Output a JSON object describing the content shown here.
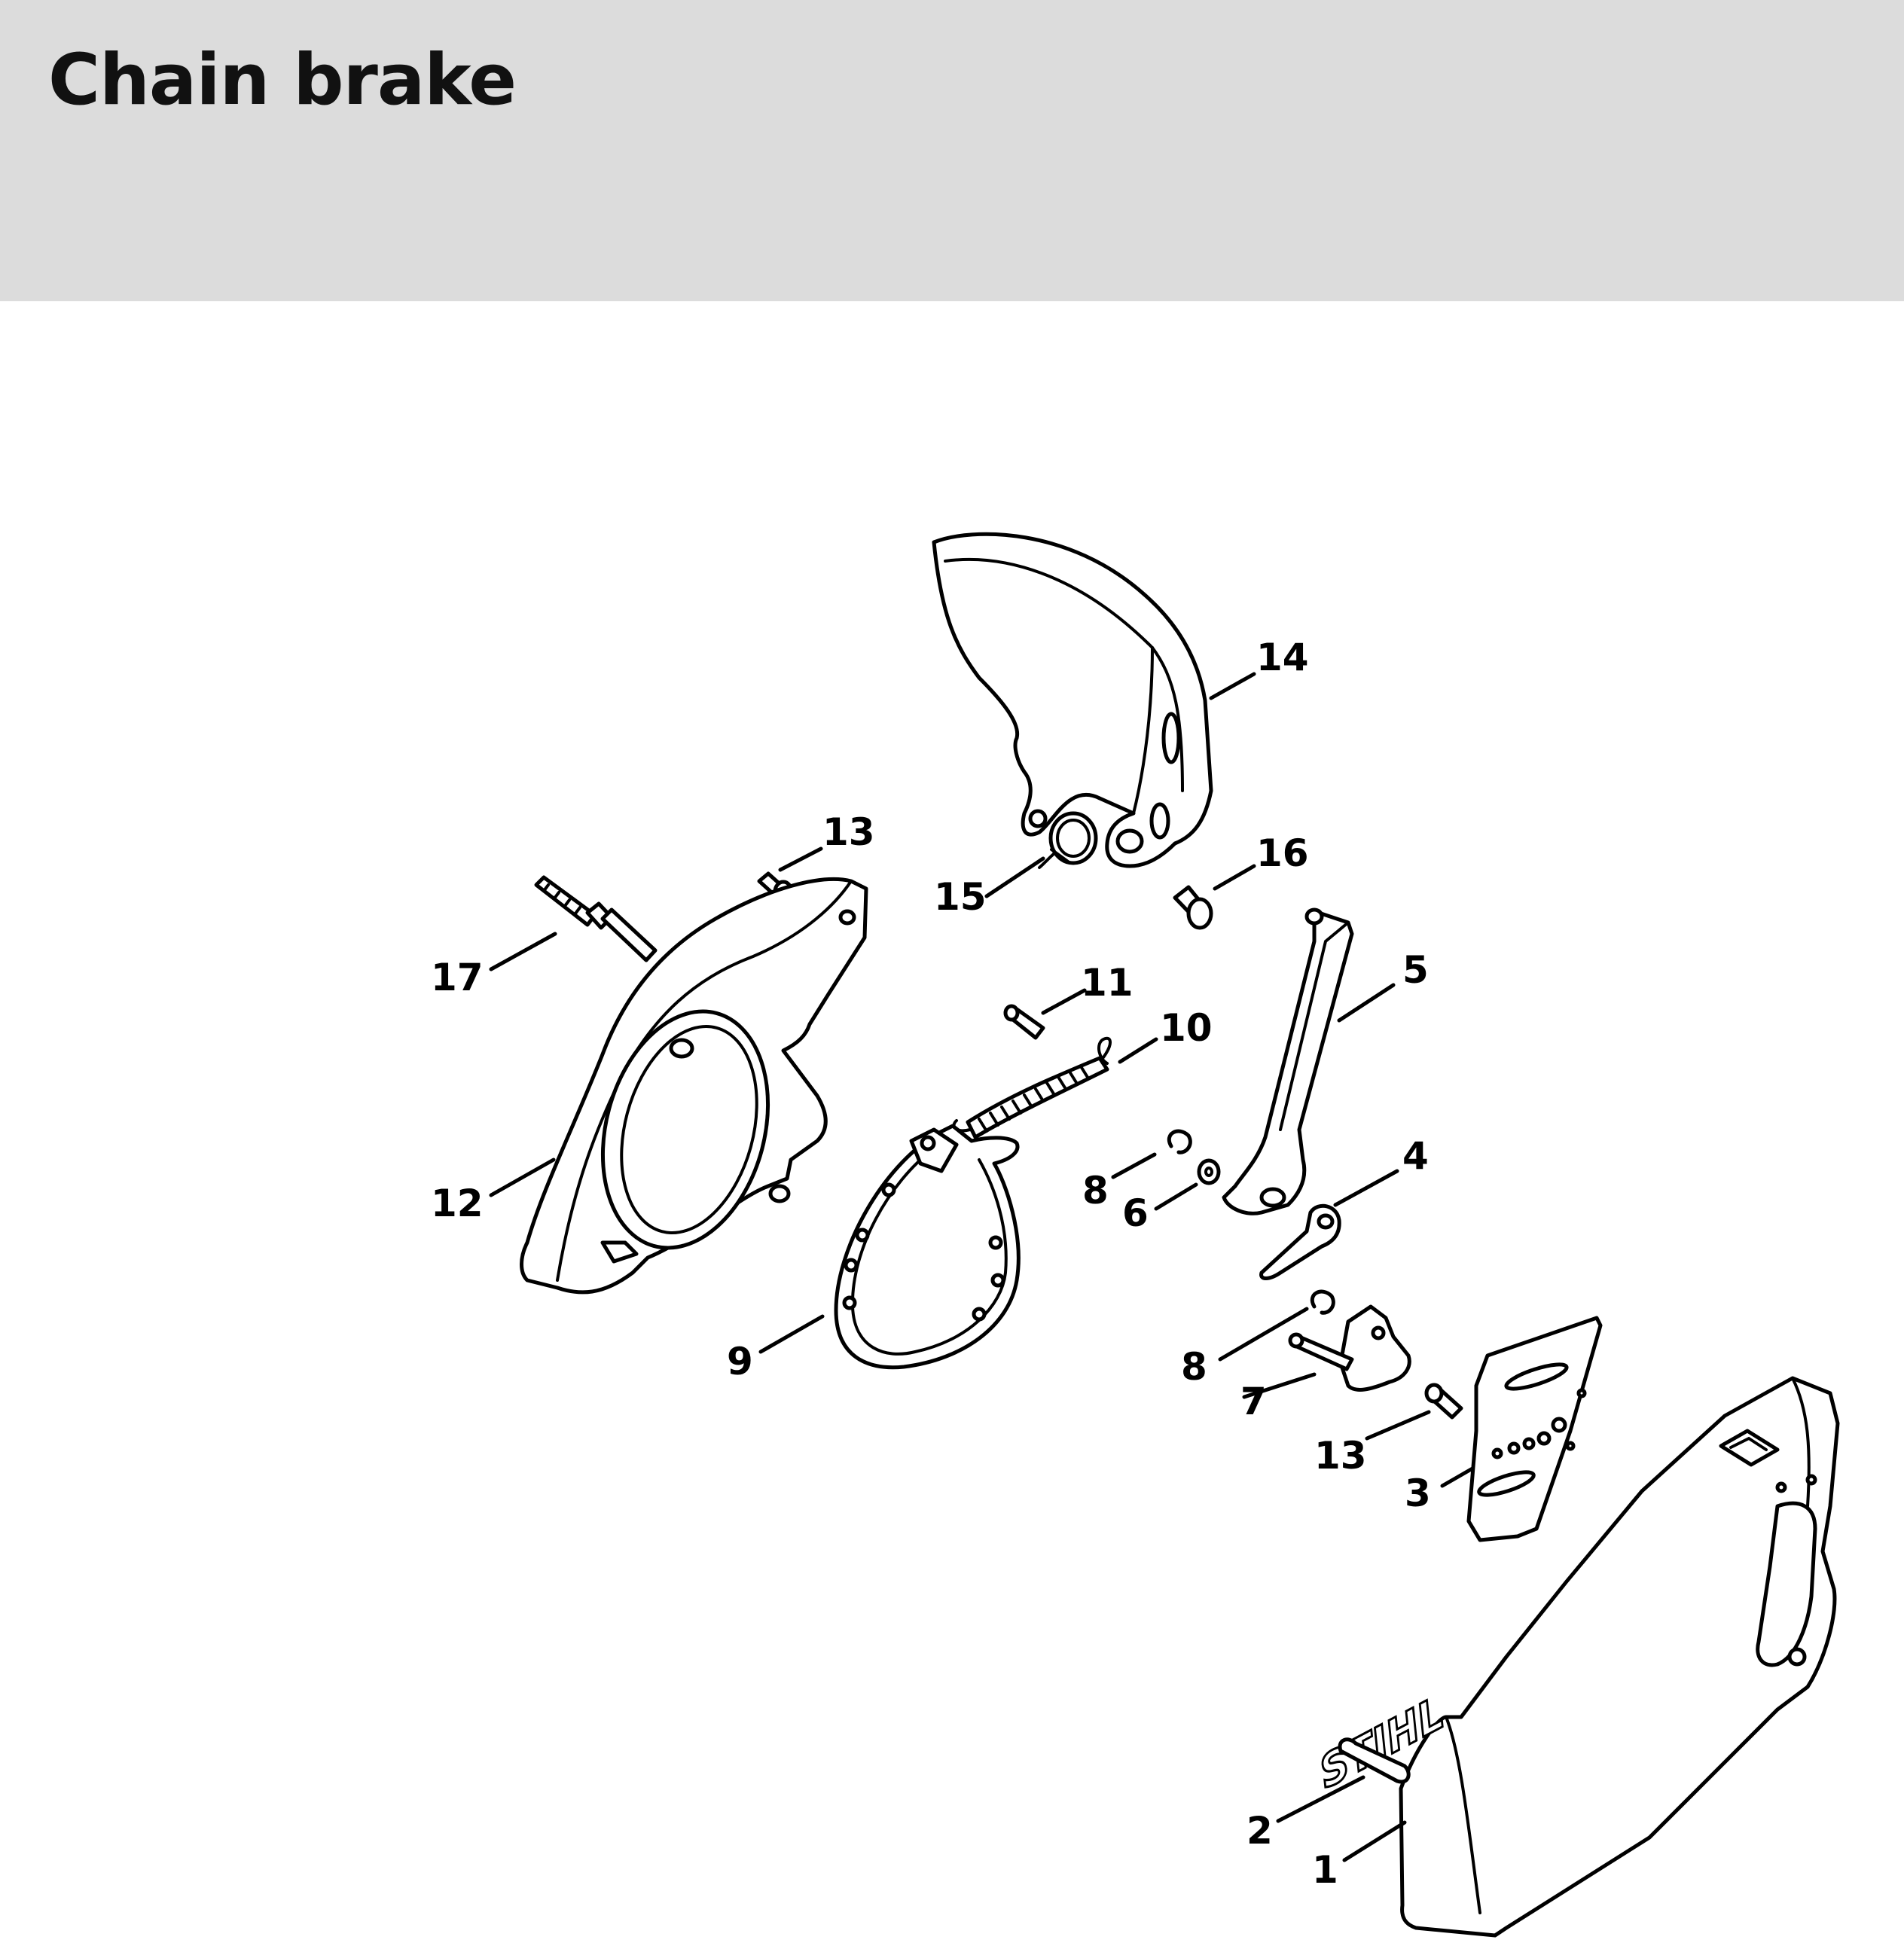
{
  "title": "Chain brake",
  "callouts": [
    {
      "id": "14",
      "label": "14"
    },
    {
      "id": "13a",
      "label": "13"
    },
    {
      "id": "16",
      "label": "16"
    },
    {
      "id": "15",
      "label": "15"
    },
    {
      "id": "17",
      "label": "17"
    },
    {
      "id": "11",
      "label": "11"
    },
    {
      "id": "5",
      "label": "5"
    },
    {
      "id": "10",
      "label": "10"
    },
    {
      "id": "4",
      "label": "4"
    },
    {
      "id": "8a",
      "label": "8"
    },
    {
      "id": "6",
      "label": "6"
    },
    {
      "id": "12",
      "label": "12"
    },
    {
      "id": "9",
      "label": "9"
    },
    {
      "id": "8b",
      "label": "8"
    },
    {
      "id": "7",
      "label": "7"
    },
    {
      "id": "13b",
      "label": "13"
    },
    {
      "id": "3",
      "label": "3"
    },
    {
      "id": "2",
      "label": "2"
    },
    {
      "id": "1",
      "label": "1"
    }
  ],
  "logo": "STIHL",
  "colors": {
    "header_bg": "#dcdcdc",
    "line": "#000000"
  }
}
